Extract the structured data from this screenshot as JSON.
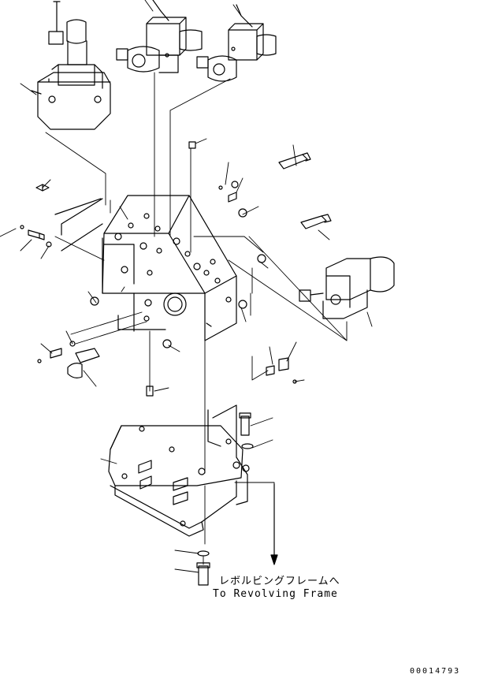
{
  "destination": {
    "japanese": "レボルビングフレームへ",
    "english": "To Revolving Frame"
  },
  "drawing_code": "00014793",
  "colors": {
    "ink": "#000000",
    "paper": "#ffffff"
  }
}
